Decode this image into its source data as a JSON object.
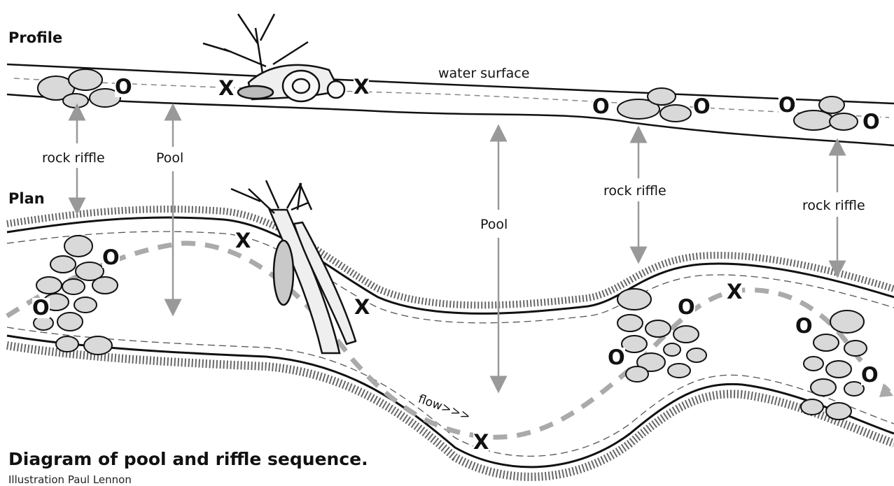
{
  "sections": {
    "profile": "Profile",
    "plan": "Plan"
  },
  "labels": {
    "water_surface": "water surface",
    "rock_riffle": "rock riffle",
    "pool": "Pool",
    "flow": "flow>>>"
  },
  "markers": {
    "riffle": "O",
    "pool": "X"
  },
  "caption": {
    "title": "Diagram of pool and riffle sequence.",
    "credit": "Illustration Paul Lennon"
  }
}
